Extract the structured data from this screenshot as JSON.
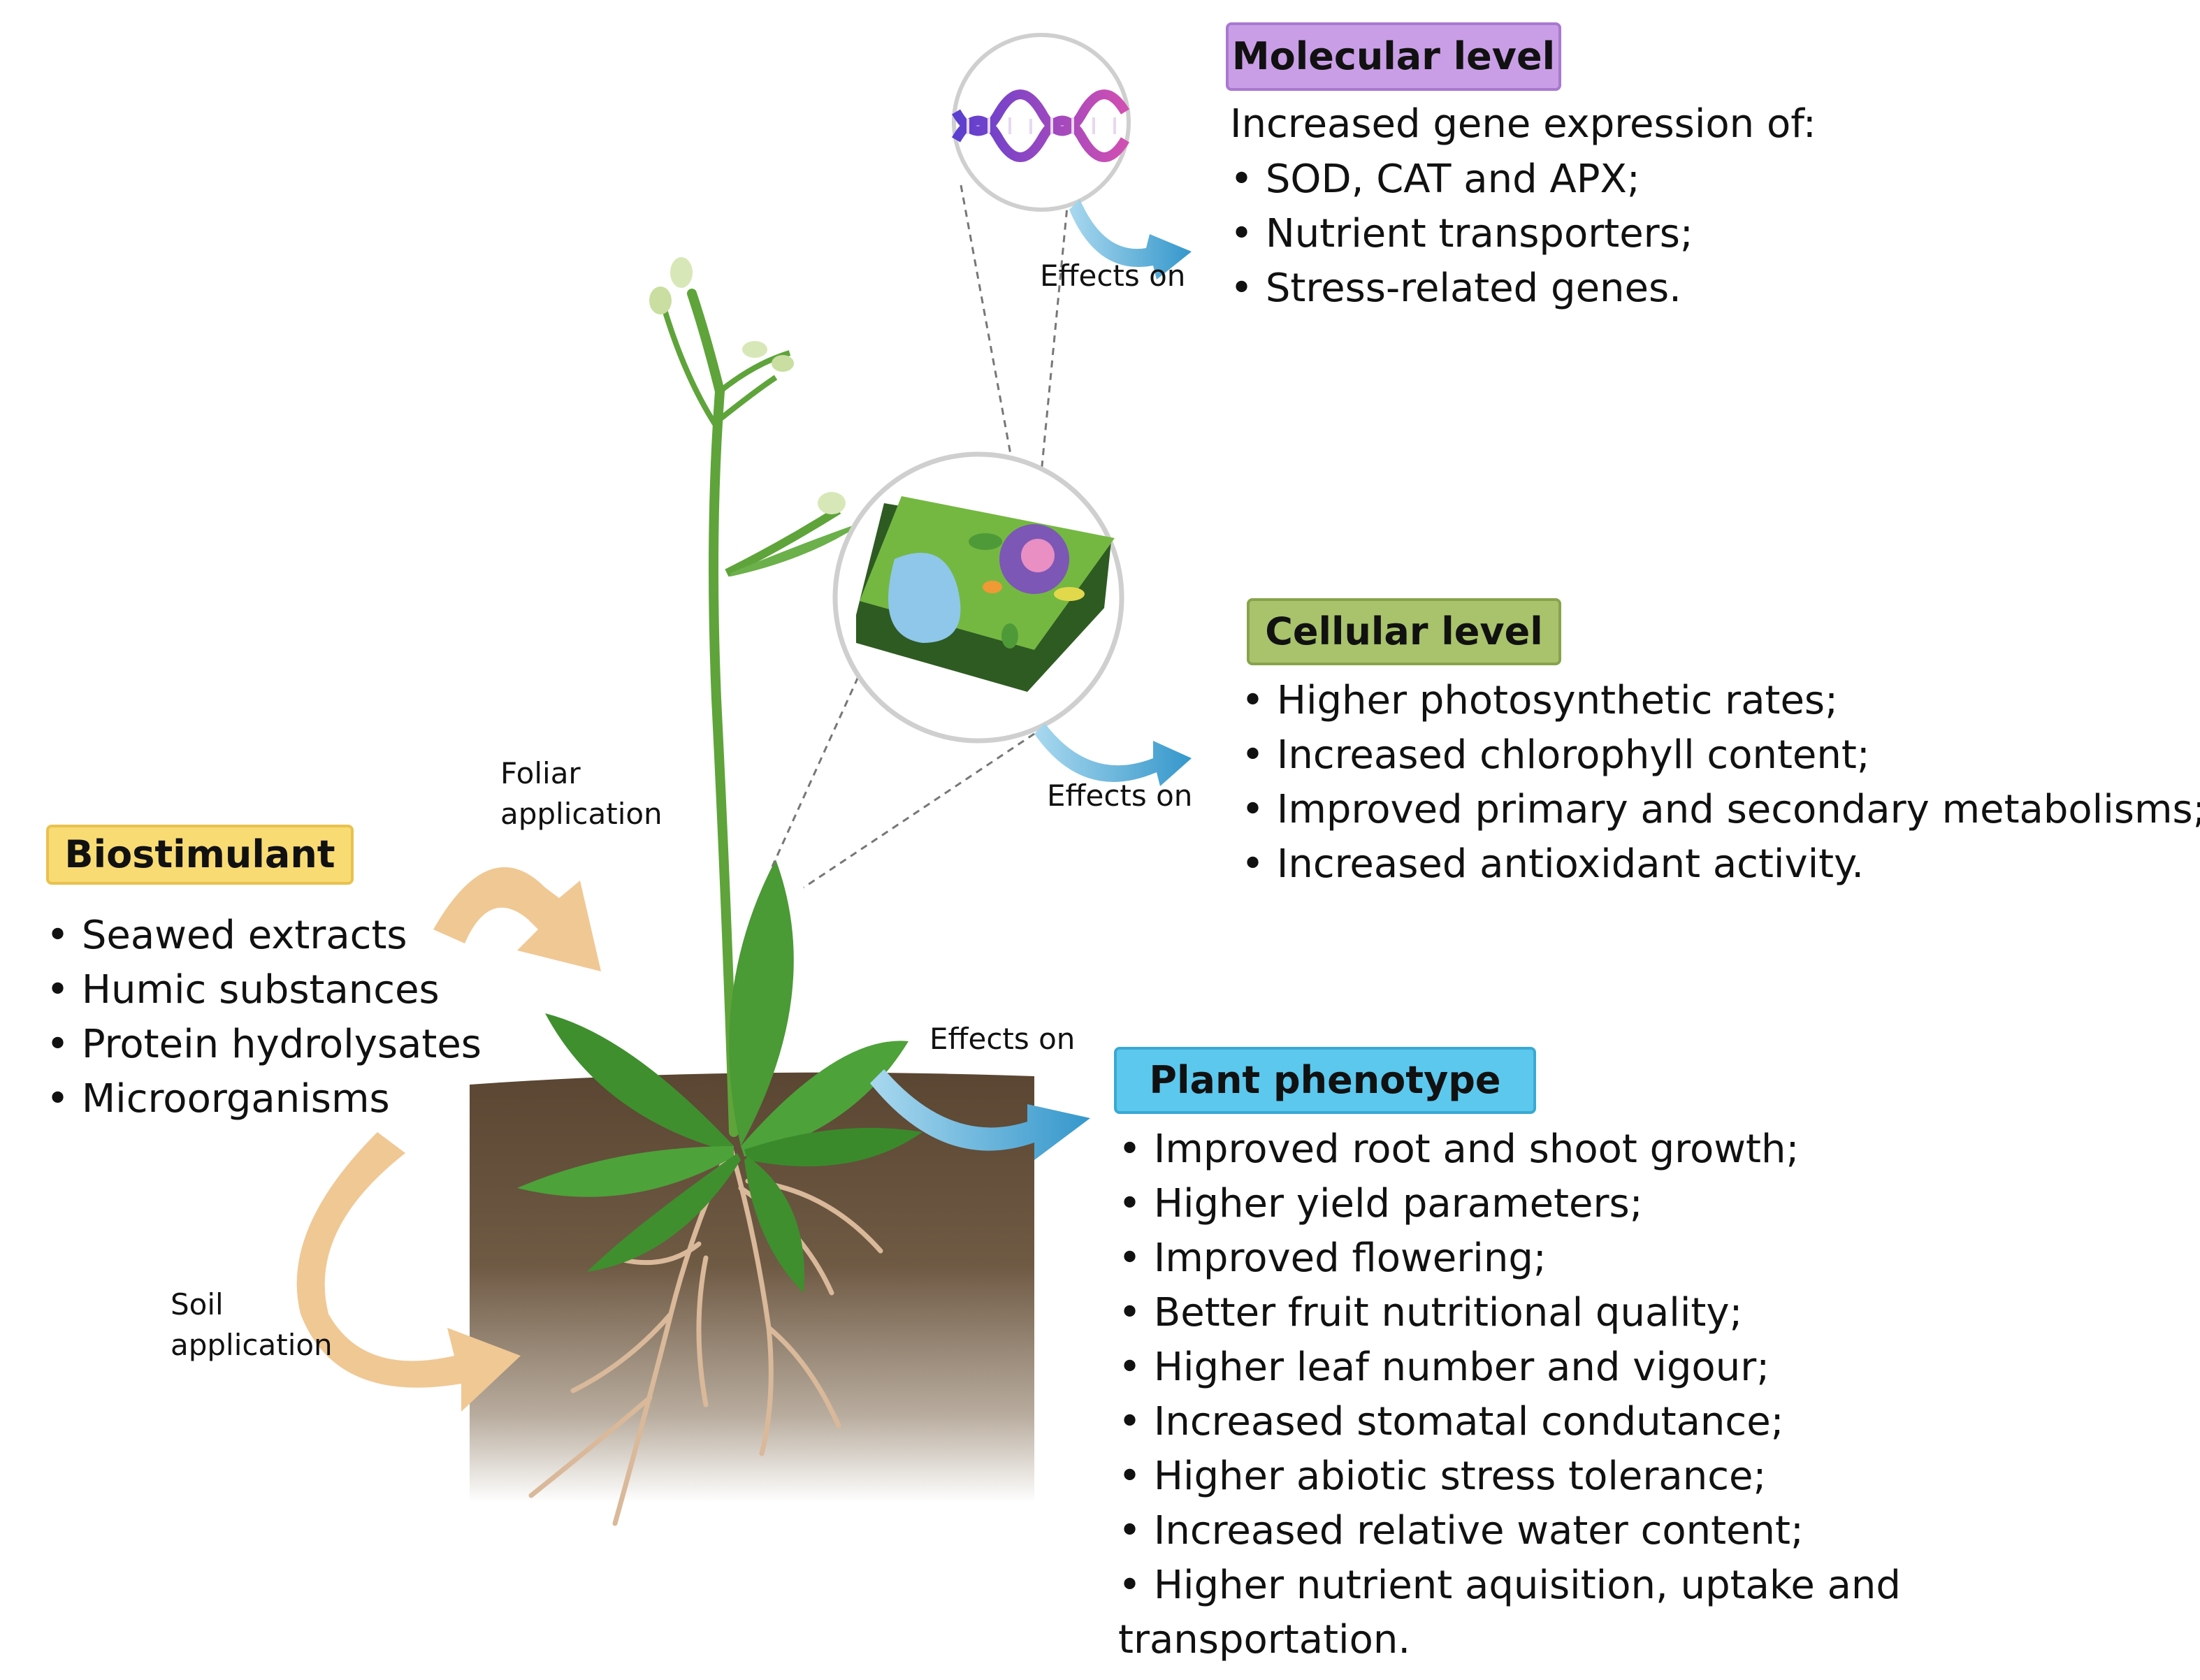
{
  "colors": {
    "biostimulant_box": "#f9db74",
    "molecular_box": "#c99ee6",
    "cellular_box": "#a8c36b",
    "phenotype_box": "#5cc8ee",
    "soil_top": "#5e4a36",
    "orange_arrow": "#f0c894",
    "blue_arrow": "#4aa7d4",
    "plant_green": "#3f8f2e"
  },
  "icons": [
    "dna-icon",
    "plant-cell-icon",
    "plant-icon",
    "curved-arrow-icon"
  ],
  "biostimulant": {
    "title": "Biostimulant",
    "items": [
      "Seawed extracts",
      "Humic substances",
      "Protein hydrolysates",
      "Microorganisms"
    ]
  },
  "foliar_label": [
    "Foliar",
    "application"
  ],
  "soil_label": [
    "Soil",
    "application"
  ],
  "effects_label": "Effects on",
  "molecular": {
    "title": "Molecular level",
    "intro": "Increased gene expression of:",
    "items": [
      "SOD, CAT and APX;",
      "Nutrient transporters;",
      "Stress-related genes."
    ]
  },
  "cellular": {
    "title": "Cellular level",
    "items": [
      "Higher photosynthetic rates;",
      "Increased chlorophyll content;",
      "Improved primary and secondary metabolisms;",
      "Increased antioxidant activity."
    ]
  },
  "phenotype": {
    "title": "Plant phenotype",
    "items": [
      "Improved root and shoot growth;",
      "Higher yield parameters;",
      "Improved flowering;",
      "Better fruit nutritional quality;",
      "Higher leaf number and vigour;",
      "Increased stomatal condutance;",
      "Higher abiotic stress tolerance;",
      "Increased relative water content;",
      "Higher nutrient aquisition, uptake and"
    ],
    "last_line": "transportation."
  }
}
